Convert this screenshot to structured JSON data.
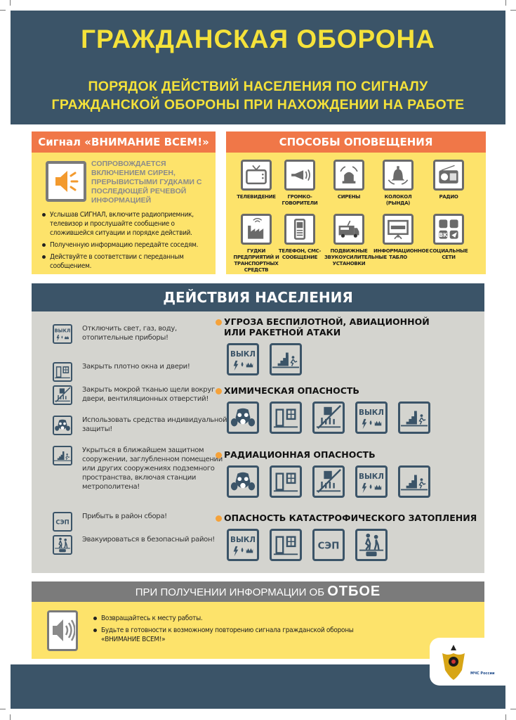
{
  "header": {
    "title": "ГРАЖДАНСКАЯ ОБОРОНА",
    "subtitle_line1": "ПОРЯДОК ДЕЙСТВИЙ НАСЕЛЕНИЯ ПО СИГНАЛУ",
    "subtitle_line2": "ГРАЖДАНСКОЙ ОБОРОНЫ ПРИ НАХОЖДЕНИИ НА РАБОТЕ"
  },
  "signal": {
    "title": "Сигнал  «ВНИМАНИЕ ВСЕМ!»",
    "icon": "speaker-icon",
    "description": "СОПРОВОЖДАЕТСЯ ВКЛЮЧЕНИЕМ СИРЕН, ПРЕРЫВИСТЫМИ ГУДКАМИ С ПОСЛЕДЮЩЕЙ РЕЧЕВОЙ ИНФОРМАЦИЕЙ",
    "bullets": [
      "Услышав СИГНАЛ, включите радиоприемник, телевизор и прослушайте сообщение о сложившейся ситуации и порядке действий.",
      "Полученную информацию передайте соседям.",
      "Действуйте в соответствии с переданным сообщением."
    ]
  },
  "notification": {
    "title": "СПОСОБЫ ОПОВЕЩЕНИЯ",
    "items": [
      {
        "label": "ТЕЛЕВИДЕНИЕ",
        "icon": "tv-icon"
      },
      {
        "label": "ГРОМКО-ГОВОРИТЕЛИ",
        "icon": "loudspeaker-icon"
      },
      {
        "label": "СИРЕНЫ",
        "icon": "siren-icon"
      },
      {
        "label": "КОЛОКОЛ (РЫНДА)",
        "icon": "bell-icon"
      },
      {
        "label": "РАДИО",
        "icon": "radio-icon"
      },
      {
        "label": "ГУДКИ ПРЕДПРИЯТИЙ И ТРАНСПОРТНЫХ СРЕДСТВ",
        "icon": "factory-icon"
      },
      {
        "label": "ТЕЛЕФОН, СМС-СООБЩЕНИЕ",
        "icon": "phone-icon"
      },
      {
        "label": "ПОДВИЖНЫЕ ЗВУКОУСИЛИТЕЛЬНЫЕ УСТАНОВКИ",
        "icon": "van-icon"
      },
      {
        "label": "ИНФОРМАЦИОННОЕ ТАБЛО",
        "icon": "board-icon"
      },
      {
        "label": "СОЦИАЛЬНЫЕ СЕТИ",
        "icon": "social-icon"
      }
    ]
  },
  "actions": {
    "title": "ДЕЙСТВИЯ НАСЕЛЕНИЯ",
    "legend": [
      {
        "icon": "off",
        "text": "Отключить свет, газ, воду, отопительные приборы!"
      },
      {
        "icon": "door",
        "text": "Закрыть плотно окна и двери!"
      },
      {
        "icon": "seal",
        "text": "Закрыть мокрой тканью щели вокруг двери, вентиляционных отверстий!"
      },
      {
        "icon": "mask",
        "text": "Использовать средства индивидуальной защиты!"
      },
      {
        "icon": "shelter",
        "text": "Укрыться в ближайшем защитном сооружении, заглубленном помещении или других сооружениях подземного пространства, включая станции метрополитена!"
      },
      {
        "icon": "sep",
        "text": "Прибыть в район сбора!"
      },
      {
        "icon": "evac",
        "text": "Эвакуироваться в безопасный район!"
      }
    ],
    "off_label": "ВЫКЛ",
    "sep_label": "СЭП",
    "categories": [
      {
        "title": "УГРОЗА БЕСПИЛОТНОЙ, АВИАЦИОННОЙ ИЛИ РАКЕТНОЙ АТАКИ",
        "icons": [
          "off",
          "shelter"
        ]
      },
      {
        "title": "ХИМИЧЕСКАЯ ОПАСНОСТЬ",
        "icons": [
          "mask",
          "door",
          "seal",
          "off",
          "shelter"
        ]
      },
      {
        "title": "РАДИАЦИОННАЯ ОПАСНОСТЬ",
        "icons": [
          "mask",
          "door",
          "seal",
          "off",
          "shelter"
        ]
      },
      {
        "title": "ОПАСНОСТЬ КАТАСТРОФИЧЕСКОГО ЗАТОПЛЕНИЯ",
        "icons": [
          "off",
          "door",
          "sep",
          "evac"
        ]
      }
    ]
  },
  "all_clear": {
    "title_prefix": "ПРИ ПОЛУЧЕНИИ ИНФОРМАЦИИ ОБ ",
    "title_bold": "ОТБОЕ",
    "icon": "speaker-icon",
    "bullets": [
      "Возвращайтесь к месту работы.",
      "Будьте в готовности к возможному повторению сигнала гражданской обороны «ВНИМАНИЕ ВСЕМ!»"
    ]
  },
  "logo": {
    "text": "МЧС России"
  },
  "colors": {
    "dark": "#3b5468",
    "orange": "#f07748",
    "yellow": "#fde36b",
    "gray": "#d4d4cf",
    "title_yellow": "#f5e23a"
  }
}
